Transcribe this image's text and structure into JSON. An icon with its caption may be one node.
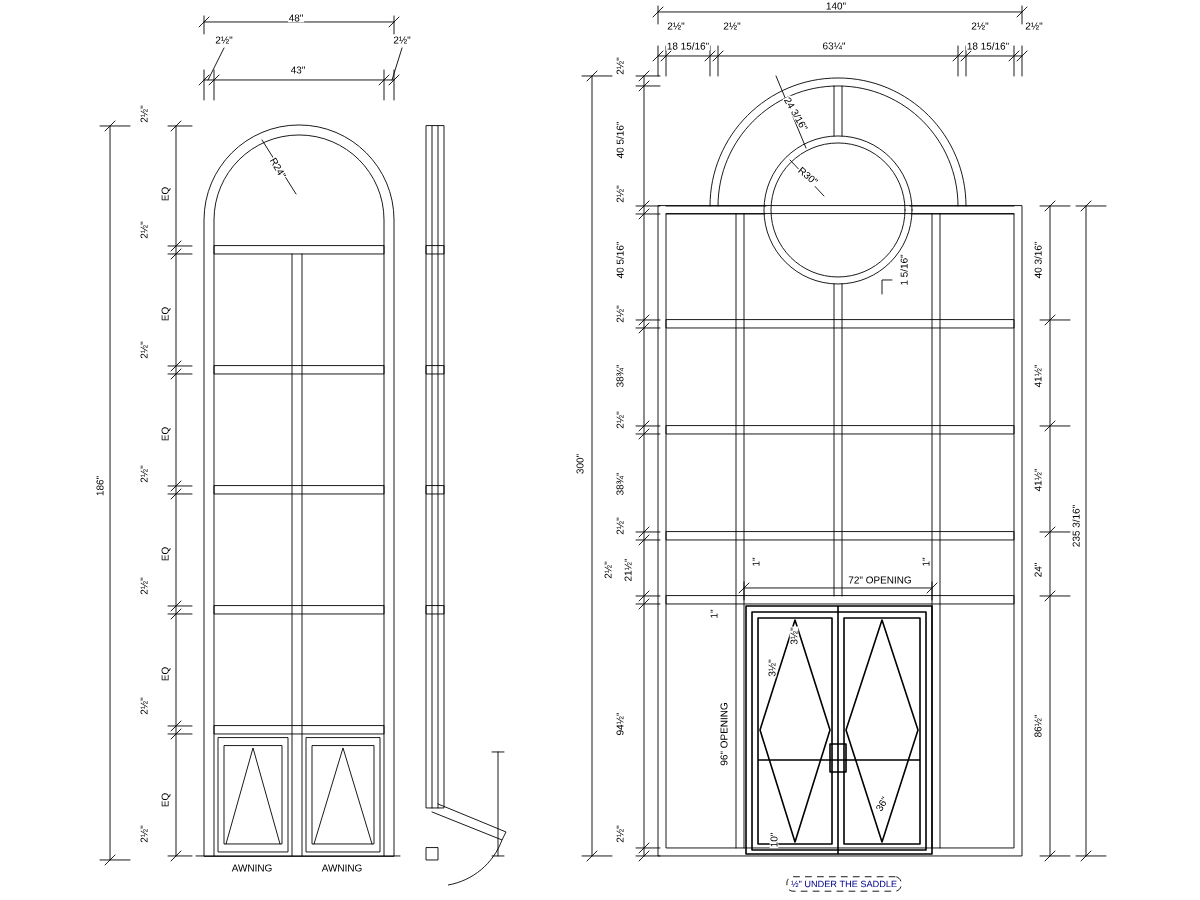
{
  "diagram": {
    "nodes": [
      {
        "text": [
          "½\" UNDER THE SADDLE"
        ]
      }
    ],
    "labels": [
      "48\"",
      "2½\"",
      "2½\"",
      "43\"",
      "R24\"",
      "2½\"",
      "EQ",
      "2½\"",
      "EQ",
      "2½\"",
      "EQ",
      "2½\"",
      "EQ",
      "2½\"",
      "EQ",
      "2½\"",
      "EQ",
      "2½\"",
      "186\"",
      "AWNING",
      "AWNING",
      "140\"",
      "2½\"",
      "18 15/16\"",
      "2½\"",
      "63¼\"",
      "2½\"",
      "18 15/16\"",
      "2½\"",
      "2½\"",
      "40 5/16\"",
      "2½\"",
      "40 5/16\"",
      "2½\"",
      "38¾\"",
      "2½\"",
      "38¾\"",
      "2½\"",
      "2½\"",
      "21½\"",
      "94½\"",
      "2½\"",
      "300\"",
      "24 3/16\"",
      "R30\"",
      "1 5/16\"",
      "40 3/16\"",
      "41½\"",
      "41½\"",
      "24\"",
      "86½\"",
      "235 3/16\"",
      "1\"",
      "72\" OPENING",
      "1\"",
      "1\"",
      "3½\"",
      "3½\"",
      "96\" OPENING",
      "36\"",
      "10\""
    ]
  }
}
